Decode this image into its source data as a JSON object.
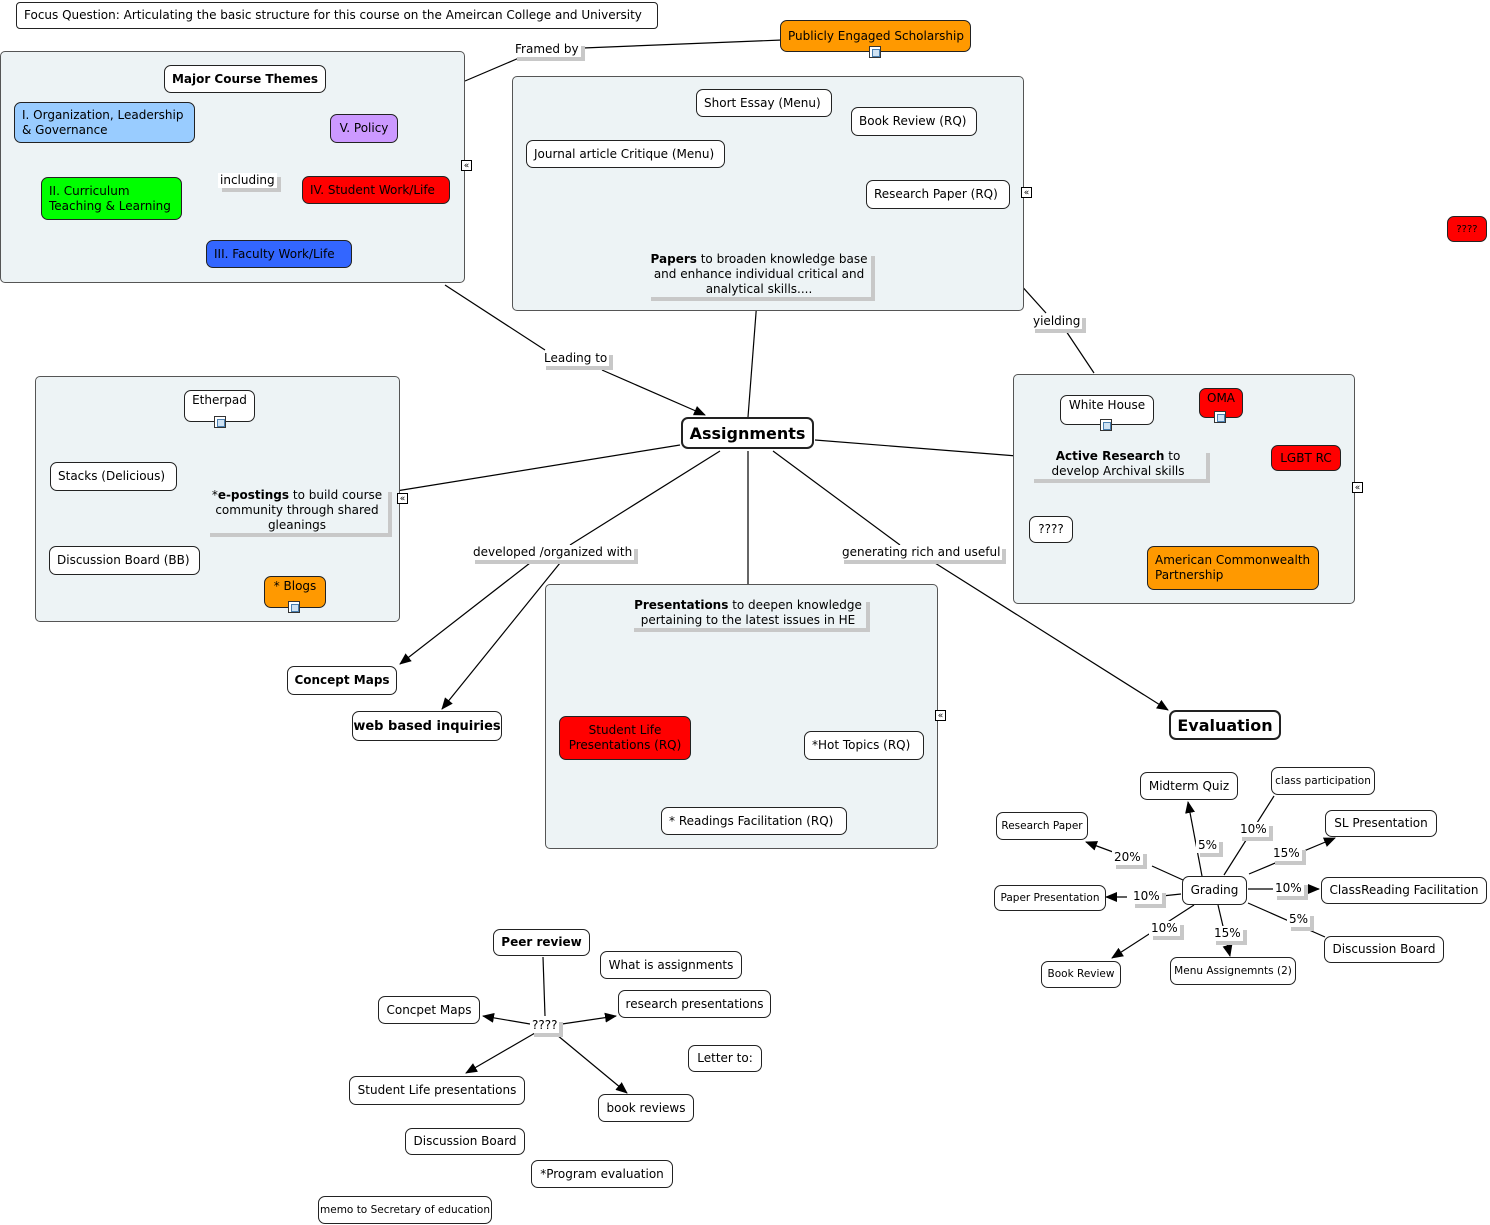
{
  "focus_question": "Focus Question:  Articulating the basic structure for this course on the Ameircan College and University",
  "nodes": {
    "publicly_engaged": "Publicly Engaged Scholarship",
    "major_themes": "Major Course Themes",
    "theme1": "I. Organization, Leadership & Governance",
    "theme2": "II. Curriculum Teaching & Learning",
    "theme3": "III. Faculty Work/Life",
    "theme4": "IV. Student Work/Life",
    "theme5": "V. Policy",
    "short_essay": "Short Essay (Menu)",
    "book_review_rq": "Book Review (RQ)",
    "journal_critique": "Journal article Critique (Menu)",
    "research_paper_rq": "Research Paper (RQ)",
    "papers_bold": "Papers",
    "papers_rest": " to broaden knowledge base and enhance individual critical and analytical skills....",
    "unknown_red": "????",
    "etherpad": "Etherpad",
    "stacks": "Stacks (Delicious)",
    "discussion_board_bb": "Discussion Board (BB)",
    "blogs": "* Blogs",
    "epost_prefix": "*",
    "epost_bold": "e-postings",
    "epost_rest": " to build course community through shared gleanings",
    "assignments": "Assignments",
    "white_house": "White House",
    "oma": "OMA",
    "lgbt": "LGBT RC",
    "active_bold": "Active Research",
    "active_rest": " to develop Archival  skills",
    "unknown_ar": "????",
    "acp": "American Commonwealth Partnership",
    "concept_maps": "Concept Maps",
    "web_inquiries": "web based inquiries",
    "pres_bold": "Presentations",
    "pres_rest": " to deepen knowledge pertaining to the latest issues in HE",
    "student_life_pres": "Student Life Presentations (RQ)",
    "hot_topics": "*Hot Topics (RQ)",
    "readings_facil": "* Readings Facilitation (RQ)",
    "evaluation": "Evaluation",
    "midterm": "Midterm Quiz",
    "class_part": "class participation",
    "research_paper": "Research Paper",
    "sl_pres": "SL Presentation",
    "paper_pres": "Paper Presentation",
    "grading": "Grading",
    "classreading": "ClassReading Facilitation",
    "book_review": "Book Review",
    "menu_assign": "Menu Assignemnts (2)",
    "discussion_board": "Discussion Board",
    "peer_review": "Peer review",
    "what_is": "What is assignments",
    "concpet_maps": "Concpet Maps",
    "research_pres": "research presentations",
    "letter_to": "Letter to:",
    "student_life_lower": "Student Life presentations",
    "book_reviews": "book reviews",
    "discussion_board_lower": "Discussion Board",
    "program_eval": "*Program evaluation",
    "memo": "memo to Secretary of education"
  },
  "link_labels": {
    "framed_by": "Framed by",
    "including": "including",
    "leading_to": "Leading to",
    "yielding": "yielding",
    "developed": "developed /organized with",
    "generating": "generating rich and useful",
    "unknown_peer": "????",
    "pct_5a": "5%",
    "pct_10a": "10%",
    "pct_20": "20%",
    "pct_15a": "15%",
    "pct_10b": "10%",
    "pct_10c": "10%",
    "pct_10d": "10%",
    "pct_15b": "15%",
    "pct_5b": "5%"
  }
}
